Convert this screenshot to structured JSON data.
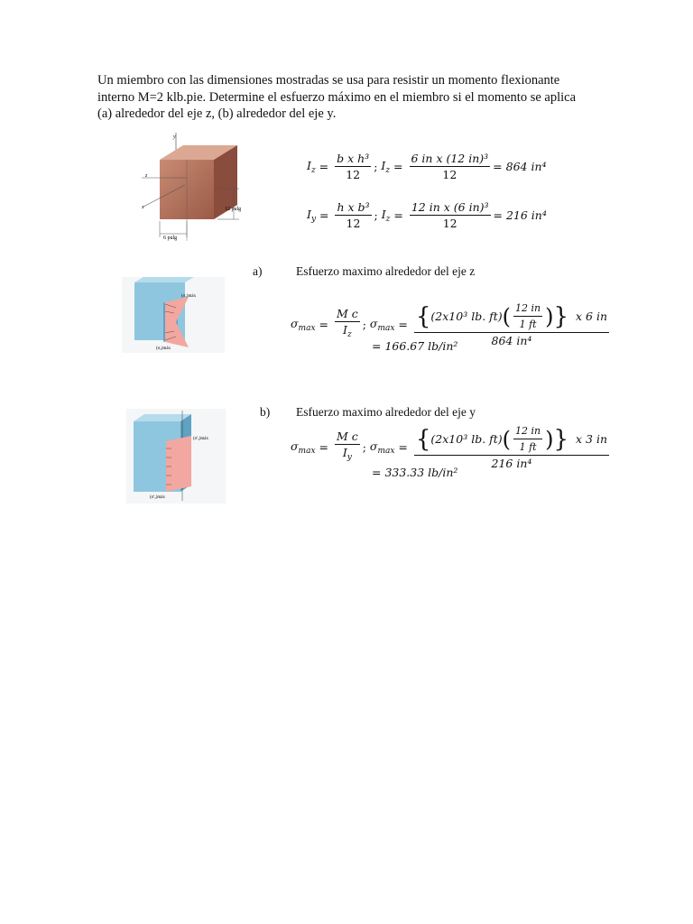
{
  "problem": {
    "line1": "Un miembro con las dimensiones mostradas se usa para resistir un momento flexionante",
    "line2": "interno M=2 klb.pie. Determine el esfuerzo máximo en el miembro si el momento se aplica",
    "line3": "(a) alrededor del eje z, (b) alrededor del eje y."
  },
  "figure1": {
    "dim_h": "12 pulg",
    "dim_b": "6 pulg",
    "axis_y": "y",
    "axis_z": "z",
    "axis_x": "x",
    "colors": {
      "front": "#b8735f",
      "top": "#d9a48e",
      "side": "#8e4e3e"
    }
  },
  "inertia": {
    "iz_lhs": "I",
    "iz_lhs_sub": "z",
    "iz_formula_num": "b x h³",
    "iz_formula_den": "12",
    "iz_calc_num": "6 in x (12 in)³",
    "iz_calc_den": "12",
    "iz_result": "= 864 in⁴",
    "iy_lhs": "I",
    "iy_lhs_sub": "y",
    "iy_formula_num": "h x b³",
    "iy_formula_den": "12",
    "iy_calc_lhs_sub": "z",
    "iy_calc_num": "12 in x (6 in)³",
    "iy_calc_den": "12",
    "iy_result": "= 216 in⁴"
  },
  "part_a": {
    "label": "a)",
    "title": "Esfuerzo maximo alrededor del eje z",
    "sigma_sub": "max",
    "formula_num": "M c",
    "formula_den": "I",
    "formula_den_sub": "z",
    "moment": "(2x10³ lb. ft)",
    "conv_num": "12 in",
    "conv_den": "1 ft",
    "times": "x 6 in",
    "denominator": "864 in⁴",
    "result": "= 166.67 lb/in²",
    "fig_label_top": "(σₓ)máx",
    "fig_label_bottom": "(σₓ)máx"
  },
  "part_b": {
    "label": "b)",
    "title": "Esfuerzo maximo alrededor del eje y",
    "sigma_sub": "max",
    "formula_num": "M c",
    "formula_den": "I",
    "formula_den_sub": "y",
    "moment": "(2x10³ lb. ft)",
    "conv_num": "12 in",
    "conv_den": "1 ft",
    "times": "x 3 in",
    "denominator": "216 in⁴",
    "result": "= 333.33 lb/in²",
    "fig_label_top": "(σ'ₓ)máx",
    "fig_label_bottom": "(σ'ₓ)máx"
  },
  "figure_colors": {
    "beam": "#8fc6df",
    "beam_dark": "#5fa2c2",
    "stress": "#f2a7a0"
  }
}
